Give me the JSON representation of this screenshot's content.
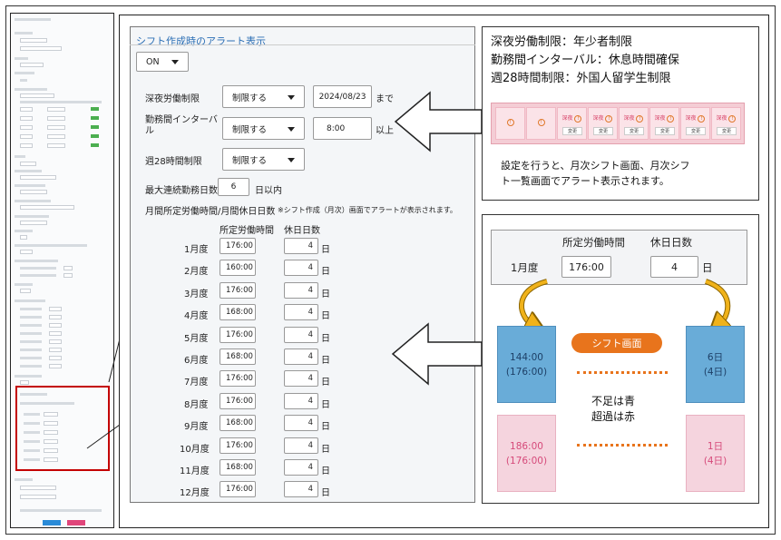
{
  "panel": {
    "title": "シフト作成時のアラート表示",
    "toggle_value": "ON",
    "rows": [
      {
        "label": "深夜労働制限",
        "select": "制限する",
        "value": "2024/08/23",
        "suffix": "まで"
      },
      {
        "label": "勤務間インターバル",
        "select": "制限する",
        "value": "8:00",
        "suffix": "以上"
      },
      {
        "label": "週28時間制限",
        "select": "制限する"
      }
    ],
    "max_consecutive": {
      "label": "最大連続勤務日数",
      "value": "6",
      "suffix": "日以内"
    },
    "monthly": {
      "label": "月間所定労働時間/月間休日日数",
      "note": "※シフト作成（月次）画面でアラートが表示されます。",
      "col_hours": "所定労働時間",
      "col_days": "休日日数",
      "day_unit": "日",
      "months": [
        {
          "month": "1月度",
          "hours": "176:00",
          "days": "4"
        },
        {
          "month": "2月度",
          "hours": "160:00",
          "days": "4"
        },
        {
          "month": "3月度",
          "hours": "176:00",
          "days": "4"
        },
        {
          "month": "4月度",
          "hours": "168:00",
          "days": "4"
        },
        {
          "month": "5月度",
          "hours": "176:00",
          "days": "4"
        },
        {
          "month": "6月度",
          "hours": "168:00",
          "days": "4"
        },
        {
          "month": "7月度",
          "hours": "176:00",
          "days": "4"
        },
        {
          "month": "8月度",
          "hours": "176:00",
          "days": "4"
        },
        {
          "month": "9月度",
          "hours": "168:00",
          "days": "4"
        },
        {
          "month": "10月度",
          "hours": "176:00",
          "days": "4"
        },
        {
          "month": "11月度",
          "hours": "168:00",
          "days": "4"
        },
        {
          "month": "12月度",
          "hours": "176:00",
          "days": "4"
        }
      ]
    }
  },
  "callout_top": {
    "lines": [
      "深夜労働制限：年少者制限",
      "勤務間インターバル：休息時間確保",
      "週28時間制限：外国人留学生制限"
    ],
    "strip_cells": [
      {
        "label": "",
        "button": ""
      },
      {
        "label": "",
        "button": ""
      },
      {
        "label": "深夜",
        "button": "変更"
      },
      {
        "label": "深夜",
        "button": "変更"
      },
      {
        "label": "深夜",
        "button": "変更"
      },
      {
        "label": "深夜",
        "button": "変更"
      },
      {
        "label": "深夜",
        "button": "変更"
      },
      {
        "label": "深夜",
        "button": "変更"
      }
    ],
    "caption_1": "設定を行うと、月次シフト画面、月次シフ",
    "caption_2": "ト一覧画面でアラート表示されます。"
  },
  "callout_bottom": {
    "col_hours": "所定労働時間",
    "col_days": "休日日数",
    "month": "1月度",
    "hours": "176:00",
    "days": "4",
    "day_unit": "日",
    "pill": "シフト画面",
    "blue_left_1": "144:00",
    "blue_left_2": "(176:00)",
    "blue_right_1": "6日",
    "blue_right_2": "(4日)",
    "legend_1": "不足は青",
    "legend_2": "超過は赤",
    "pink_left_1": "186:00",
    "pink_left_2": "(176:00)",
    "pink_right_1": "1日",
    "pink_right_2": "(4日)"
  },
  "colors": {
    "accent_blue": "#2c6fb5",
    "orange": "#e8741c",
    "alert_red": "#c40000"
  }
}
